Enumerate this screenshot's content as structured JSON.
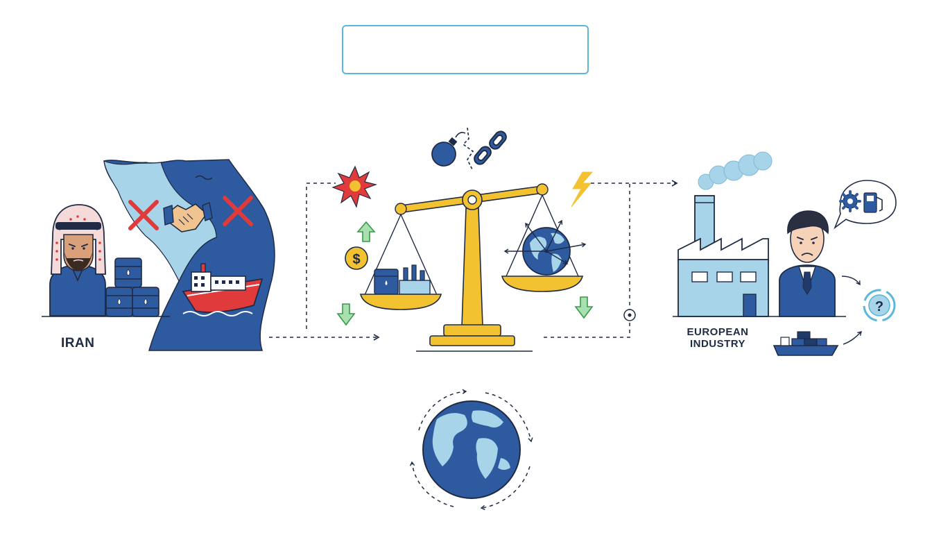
{
  "title_box": {
    "text": ""
  },
  "iran": {
    "label": "IRAN"
  },
  "europe": {
    "label_line1": "EUROPEAN",
    "label_line2": "INDUSTRY"
  },
  "icons": {
    "finance": "dollar-icon",
    "question": "question-icon"
  },
  "glyphs": {
    "dollar": "$",
    "question": "?"
  },
  "colors": {
    "navy": "#2b4f8c",
    "dark_navy": "#1f3a6b",
    "light_blue": "#a8d4ea",
    "red": "#e03a3a",
    "gold": "#f2c230",
    "green": "#3a9a4a",
    "outline": "#1f2a44"
  }
}
